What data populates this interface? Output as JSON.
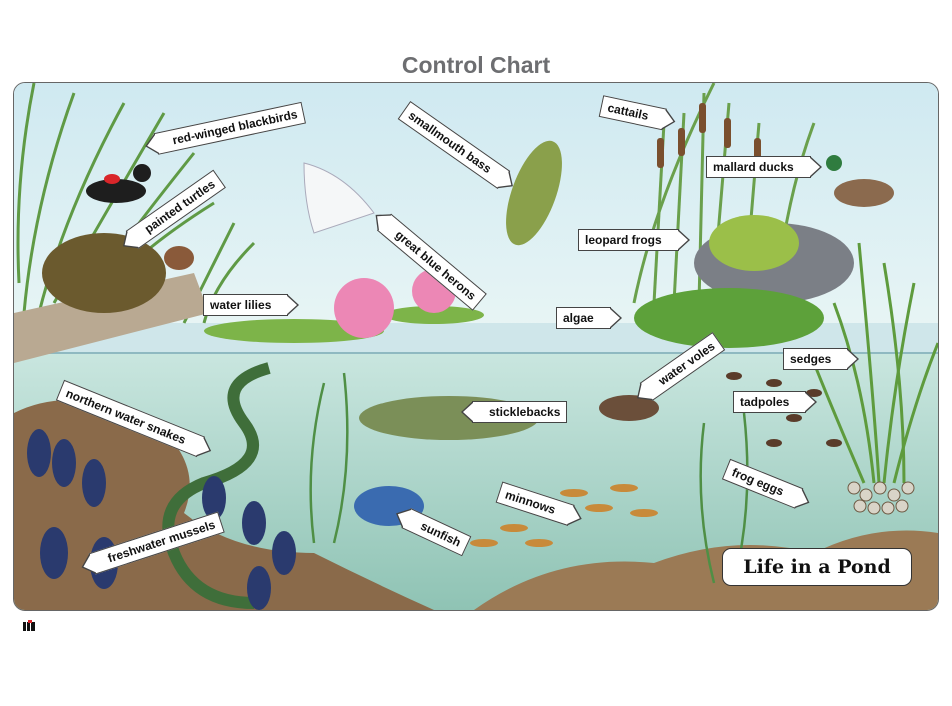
{
  "page": {
    "heading": "Control Chart",
    "panel_title": "Life in a Pond"
  },
  "labels": {
    "red_winged_blackbirds": "red-winged blackbirds",
    "painted_turtles": "painted turtles",
    "smallmouth_bass": "smallmouth bass",
    "great_blue_herons": "great blue herons",
    "cattails": "cattails",
    "mallard_ducks": "mallard ducks",
    "leopard_frogs": "leopard frogs",
    "water_lilies": "water lilies",
    "algae": "algae",
    "water_voles": "water voles",
    "sedges": "sedges",
    "tadpoles": "tadpoles",
    "northern_water_snakes": "northern water snakes",
    "sticklebacks": "sticklebacks",
    "frog_eggs": "frog eggs",
    "minnows": "minnows",
    "sunfish": "sunfish",
    "freshwater_mussels": "freshwater mussels"
  },
  "colors": {
    "heading_gray": "#6d6e71",
    "sky": "#d9eef3",
    "water": "#b9dcd6",
    "reeds": "#5f9a45",
    "border": "#666666"
  },
  "icons": {
    "publisher_logo": "publisher-logo-icon"
  }
}
